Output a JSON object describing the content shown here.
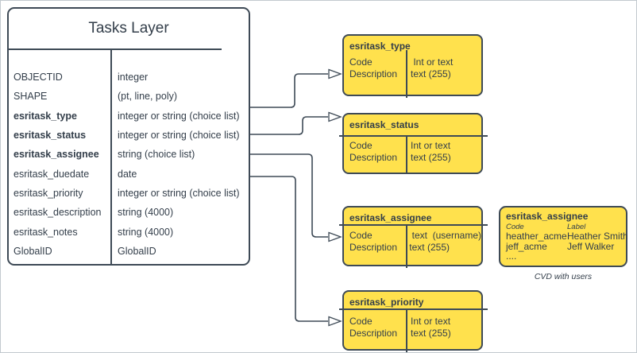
{
  "diagram": {
    "tasks_layer": {
      "title": "Tasks Layer",
      "fields": [
        {
          "name": "OBJECTID",
          "type": "integer"
        },
        {
          "name": "SHAPE",
          "type": "(pt, line, poly)"
        },
        {
          "name": "esritask_type",
          "type": "integer or string (choice list)"
        },
        {
          "name": "esritask_status",
          "type": "integer or string (choice list)"
        },
        {
          "name": "esritask_assignee",
          "type": "string (choice list)"
        },
        {
          "name": "esritask_duedate",
          "type": "date"
        },
        {
          "name": "esritask_priority",
          "type": "integer or string (choice list)"
        },
        {
          "name": "esritask_description",
          "type": "string (4000)"
        },
        {
          "name": "esritask_notes",
          "type": "string (4000)"
        },
        {
          "name": "GlobalID",
          "type": "GlobalID"
        }
      ]
    },
    "domains": [
      {
        "title": "esritask_type",
        "left_col": [
          "Code",
          "Description"
        ],
        "right_col": [
          " Int or text",
          "text (255)"
        ]
      },
      {
        "title": "esritask_status",
        "left_col": [
          "Code",
          "Description"
        ],
        "right_col": [
          "Int or text",
          "text (255)"
        ]
      },
      {
        "title": "esritask_assignee",
        "left_col": [
          "Code",
          "Description"
        ],
        "right_col": [
          " text  (username)",
          "text (255)"
        ]
      },
      {
        "title": "esritask_priority",
        "left_col": [
          "Code",
          "Description"
        ],
        "right_col": [
          "Int or text",
          "text (255)"
        ]
      }
    ],
    "cvd": {
      "title": "esritask_assignee",
      "headers": [
        "Code",
        "Label"
      ],
      "rows": [
        [
          "heather_acme",
          "Heather Smith"
        ],
        [
          "jeff_acme",
          "Jeff Walker"
        ]
      ],
      "more": "....",
      "caption": "CVD with users"
    },
    "colors": {
      "accent_yellow": "#FFE14D",
      "stroke": "#3E4A56",
      "text": "#333E4A"
    }
  }
}
